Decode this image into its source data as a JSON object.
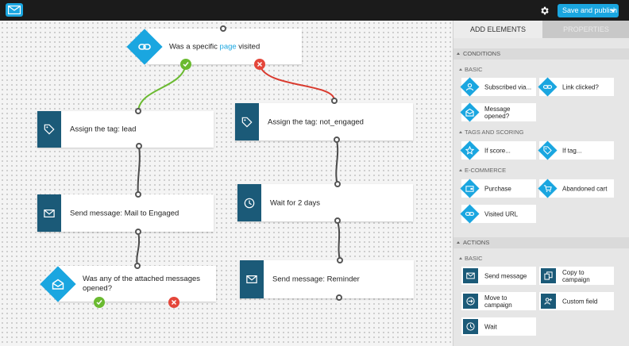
{
  "toolbar": {
    "save_label": "Save and publish"
  },
  "canvas": {
    "condition_top": {
      "prefix": "Was a specific ",
      "link": "page",
      "suffix": " visited"
    },
    "tag_lead": "Assign the tag: lead",
    "tag_not_engaged": "Assign the tag: not_engaged",
    "send_engaged": "Send message: Mail to Engaged",
    "wait": "Wait for 2 days",
    "send_reminder": "Send message: Reminder",
    "condition_opened": "Was any of the attached messages opened?"
  },
  "panel": {
    "tabs": [
      "ADD ELEMENTS",
      "PROPERTIES"
    ],
    "conditions": {
      "title": "CONDITIONS",
      "basic_title": "BASIC",
      "basic": [
        "Subscribed via...",
        "Link clicked?",
        "Message opened?"
      ],
      "tags_title": "TAGS AND SCORING",
      "tags": [
        "If score...",
        "If tag..."
      ],
      "ecom_title": "E-COMMERCE",
      "ecom": [
        "Purchase",
        "Abandoned cart",
        "Visited URL"
      ]
    },
    "actions": {
      "title": "ACTIONS",
      "basic_title": "BASIC",
      "basic": [
        "Send message",
        "Copy to campaign",
        "Move to campaign",
        "Custom field",
        "Wait"
      ]
    }
  },
  "colors": {
    "accent": "#1aa6e0",
    "dark_tile": "#1b5a78",
    "yes": "#6aba30",
    "no": "#e4463a",
    "topbar": "#1b1b1b"
  },
  "icons": {
    "logo": "envelope-icon",
    "settings": "gear-icon",
    "link": "link-icon",
    "tag": "tag-icon",
    "mail": "envelope-icon",
    "clock": "clock-icon",
    "open-mail": "open-envelope-icon"
  }
}
